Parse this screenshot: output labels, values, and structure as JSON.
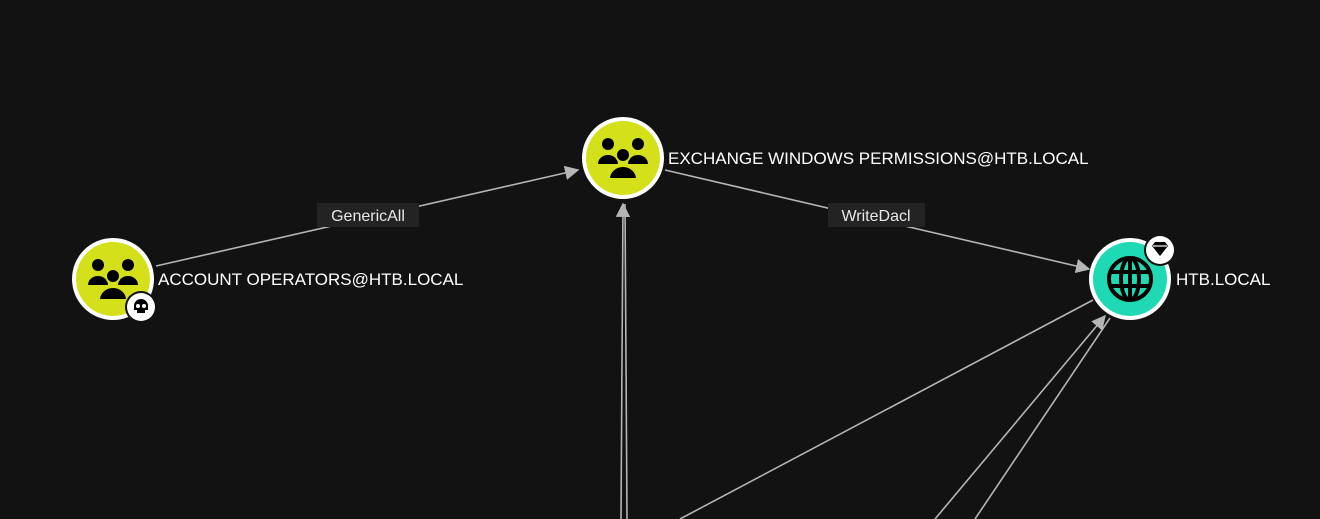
{
  "colors": {
    "background": "#121212",
    "group_node": "#d4e01a",
    "domain_node": "#1fd8b4",
    "node_ring": "#ffffff",
    "edge": "#b5b5b5",
    "edge_label_bg": "#232323",
    "icon": "#000000"
  },
  "nodes": {
    "exchange": {
      "label": "EXCHANGE WINDOWS PERMISSIONS@HTB.LOCAL",
      "kind": "group",
      "icon": "group-icon"
    },
    "account_operators": {
      "label": "ACCOUNT OPERATORS@HTB.LOCAL",
      "kind": "group",
      "icon": "group-icon",
      "badge": "skull-icon"
    },
    "htb_local": {
      "label": "HTB.LOCAL",
      "kind": "domain",
      "icon": "globe-icon",
      "badge": "crown-icon"
    }
  },
  "edges": {
    "generic_all": {
      "label": "GenericAll",
      "from": "account_operators",
      "to": "exchange"
    },
    "write_dacl": {
      "label": "WriteDacl",
      "from": "exchange",
      "to": "htb_local"
    }
  }
}
